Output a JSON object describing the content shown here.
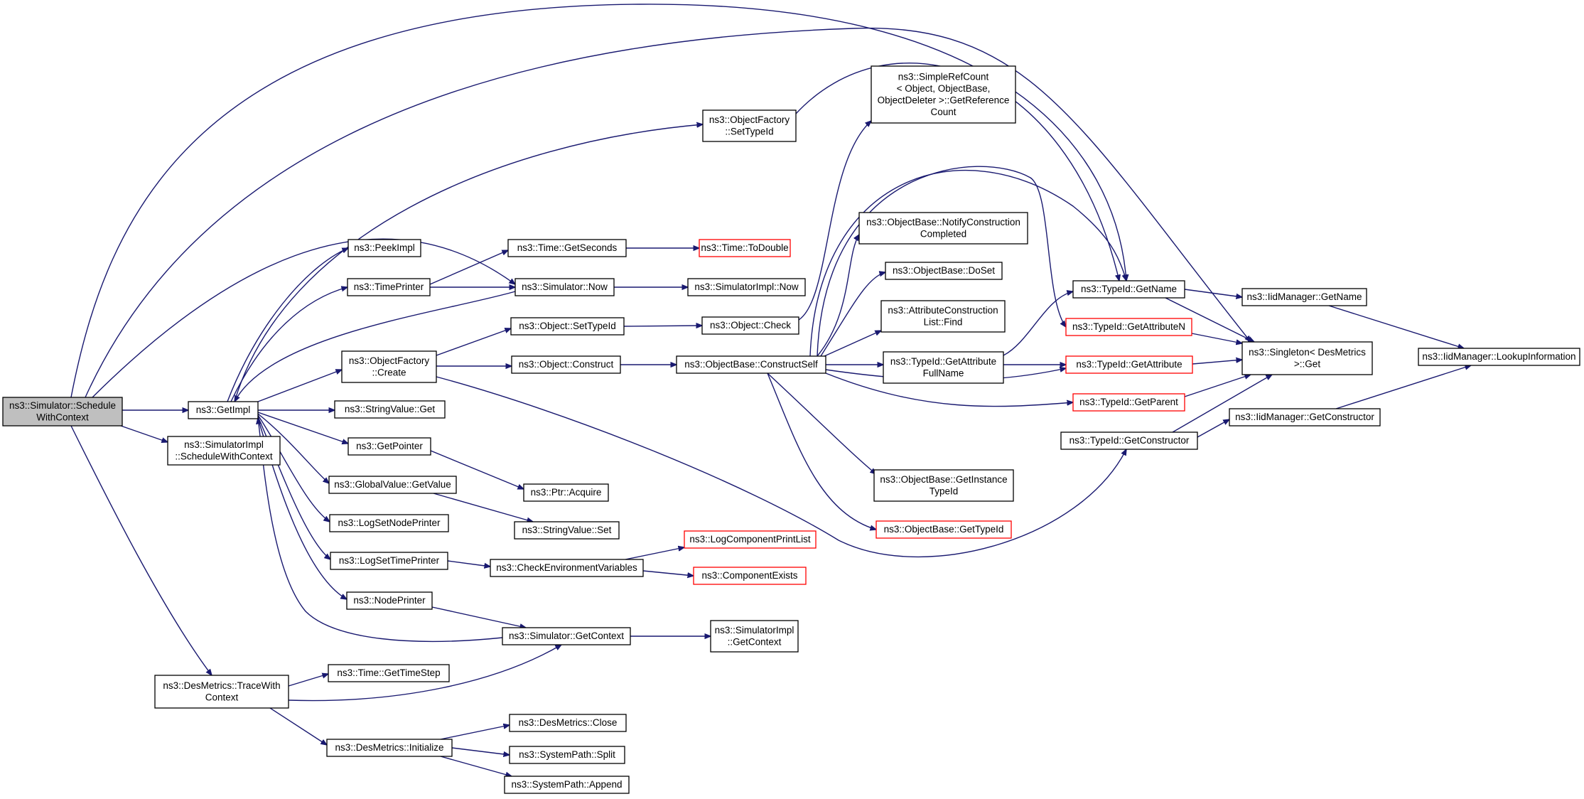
{
  "diagram": {
    "kind": "doxygen call graph",
    "colors": {
      "edge": "#191970",
      "node_border": "#000000",
      "truncated_node_border": "#ff0000",
      "root_fill": "#bfbfbf",
      "background": "#ffffff"
    },
    "nodes": {
      "root": {
        "lines": [
          "ns3::Simulator::Schedule",
          "WithContext"
        ],
        "root": true
      },
      "getimpl": {
        "lines": [
          "ns3::GetImpl"
        ]
      },
      "simimplswc": {
        "lines": [
          "ns3::SimulatorImpl",
          "::ScheduleWithContext"
        ]
      },
      "tracewith": {
        "lines": [
          "ns3::DesMetrics::TraceWith",
          "Context"
        ]
      },
      "peekimpl": {
        "lines": [
          "ns3::PeekImpl"
        ]
      },
      "timeprinter": {
        "lines": [
          "ns3::TimePrinter"
        ]
      },
      "ofcreate": {
        "lines": [
          "ns3::ObjectFactory",
          "::Create"
        ]
      },
      "svget": {
        "lines": [
          "ns3::StringValue::Get"
        ]
      },
      "getpointer": {
        "lines": [
          "ns3::GetPointer"
        ]
      },
      "gvgetvalue": {
        "lines": [
          "ns3::GlobalValue::GetValue"
        ]
      },
      "logsetnode": {
        "lines": [
          "ns3::LogSetNodePrinter"
        ]
      },
      "logsettime": {
        "lines": [
          "ns3::LogSetTimePrinter"
        ]
      },
      "nodeprinter": {
        "lines": [
          "ns3::NodePrinter"
        ]
      },
      "timegetstep": {
        "lines": [
          "ns3::Time::GetTimeStep"
        ]
      },
      "dminit": {
        "lines": [
          "ns3::DesMetrics::Initialize"
        ]
      },
      "ofsettypeid": {
        "lines": [
          "ns3::ObjectFactory",
          "::SetTypeId"
        ]
      },
      "getseconds": {
        "lines": [
          "ns3::Time::GetSeconds"
        ]
      },
      "simnow": {
        "lines": [
          "ns3::Simulator::Now"
        ]
      },
      "objsettypeid": {
        "lines": [
          "ns3::Object::SetTypeId"
        ]
      },
      "objconstruct": {
        "lines": [
          "ns3::Object::Construct"
        ]
      },
      "ptracquire": {
        "lines": [
          "ns3::Ptr::Acquire"
        ]
      },
      "svset": {
        "lines": [
          "ns3::StringValue::Set"
        ]
      },
      "checkenv": {
        "lines": [
          "ns3::CheckEnvironmentVariables"
        ]
      },
      "simgetctx": {
        "lines": [
          "ns3::Simulator::GetContext"
        ]
      },
      "dmclose": {
        "lines": [
          "ns3::DesMetrics::Close"
        ]
      },
      "spsplit": {
        "lines": [
          "ns3::SystemPath::Split"
        ]
      },
      "spappend": {
        "lines": [
          "ns3::SystemPath::Append"
        ]
      },
      "todouble": {
        "lines": [
          "ns3::Time::ToDouble"
        ],
        "truncated": true
      },
      "simimplnow": {
        "lines": [
          "ns3::SimulatorImpl::Now"
        ]
      },
      "objcheck": {
        "lines": [
          "ns3::Object::Check"
        ]
      },
      "obconstruct": {
        "lines": [
          "ns3::ObjectBase::ConstructSelf"
        ]
      },
      "logcomplist": {
        "lines": [
          "ns3::LogComponentPrintList"
        ],
        "truncated": true
      },
      "compexists": {
        "lines": [
          "ns3::ComponentExists"
        ],
        "truncated": true
      },
      "simimplgctx": {
        "lines": [
          "ns3::SimulatorImpl",
          "::GetContext"
        ]
      },
      "simplerc": {
        "lines": [
          "ns3::SimpleRefCount",
          "< Object, ObjectBase,",
          "ObjectDeleter >::GetReference",
          "Count"
        ]
      },
      "notifyconst": {
        "lines": [
          "ns3::ObjectBase::NotifyConstruction",
          "Completed"
        ]
      },
      "doset": {
        "lines": [
          "ns3::ObjectBase::DoSet"
        ]
      },
      "attrfind": {
        "lines": [
          "ns3::AttributeConstruction",
          "List::Find"
        ]
      },
      "getattrfull": {
        "lines": [
          "ns3::TypeId::GetAttribute",
          "FullName"
        ]
      },
      "getinsttid": {
        "lines": [
          "ns3::ObjectBase::GetInstance",
          "TypeId"
        ]
      },
      "obgettypeid": {
        "lines": [
          "ns3::ObjectBase::GetTypeId"
        ],
        "truncated": true
      },
      "tidgetname": {
        "lines": [
          "ns3::TypeId::GetName"
        ]
      },
      "tidgetattrn": {
        "lines": [
          "ns3::TypeId::GetAttributeN"
        ],
        "truncated": true
      },
      "tidgetattr": {
        "lines": [
          "ns3::TypeId::GetAttribute"
        ],
        "truncated": true
      },
      "tidgetparent": {
        "lines": [
          "ns3::TypeId::GetParent"
        ],
        "truncated": true
      },
      "tidgetctor": {
        "lines": [
          "ns3::TypeId::GetConstructor"
        ]
      },
      "iidgetname": {
        "lines": [
          "ns3::IidManager::GetName"
        ]
      },
      "singleton": {
        "lines": [
          "ns3::Singleton< DesMetrics",
          ">::Get"
        ]
      },
      "iidgetctor": {
        "lines": [
          "ns3::IidManager::GetConstructor"
        ]
      },
      "iidlookup": {
        "lines": [
          "ns3::IidManager::LookupInformation"
        ]
      }
    },
    "edges": [
      [
        "root",
        "getimpl"
      ],
      [
        "root",
        "simimplswc"
      ],
      [
        "root",
        "tracewith"
      ],
      [
        "root",
        "simnow"
      ],
      [
        "root",
        "tidgetname"
      ],
      [
        "root",
        "singleton"
      ],
      [
        "getimpl",
        "peekimpl"
      ],
      [
        "getimpl",
        "timeprinter"
      ],
      [
        "getimpl",
        "ofcreate"
      ],
      [
        "getimpl",
        "svget"
      ],
      [
        "getimpl",
        "getpointer"
      ],
      [
        "getimpl",
        "gvgetvalue"
      ],
      [
        "getimpl",
        "logsetnode"
      ],
      [
        "getimpl",
        "logsettime"
      ],
      [
        "getimpl",
        "nodeprinter"
      ],
      [
        "getimpl",
        "ofsettypeid"
      ],
      [
        "timeprinter",
        "getseconds"
      ],
      [
        "timeprinter",
        "simnow"
      ],
      [
        "simnow",
        "getimpl"
      ],
      [
        "simnow",
        "simimplnow"
      ],
      [
        "getseconds",
        "todouble"
      ],
      [
        "ofcreate",
        "objsettypeid"
      ],
      [
        "ofcreate",
        "objconstruct"
      ],
      [
        "ofcreate",
        "tidgetctor"
      ],
      [
        "objsettypeid",
        "objcheck"
      ],
      [
        "objconstruct",
        "obconstruct"
      ],
      [
        "getpointer",
        "ptracquire"
      ],
      [
        "gvgetvalue",
        "svset"
      ],
      [
        "logsettime",
        "checkenv"
      ],
      [
        "checkenv",
        "logcomplist"
      ],
      [
        "checkenv",
        "compexists"
      ],
      [
        "nodeprinter",
        "simgetctx"
      ],
      [
        "simgetctx",
        "getimpl"
      ],
      [
        "simgetctx",
        "simimplgctx"
      ],
      [
        "tracewith",
        "timegetstep"
      ],
      [
        "tracewith",
        "simgetctx"
      ],
      [
        "tracewith",
        "dminit"
      ],
      [
        "dminit",
        "dmclose"
      ],
      [
        "dminit",
        "spsplit"
      ],
      [
        "dminit",
        "spappend"
      ],
      [
        "ofsettypeid",
        "tidgetname"
      ],
      [
        "objcheck",
        "simplerc"
      ],
      [
        "obconstruct",
        "notifyconst"
      ],
      [
        "obconstruct",
        "doset"
      ],
      [
        "obconstruct",
        "attrfind"
      ],
      [
        "obconstruct",
        "getattrfull"
      ],
      [
        "obconstruct",
        "getinsttid"
      ],
      [
        "obconstruct",
        "obgettypeid"
      ],
      [
        "obconstruct",
        "tidgetname"
      ],
      [
        "obconstruct",
        "tidgetattrn"
      ],
      [
        "obconstruct",
        "tidgetattr"
      ],
      [
        "obconstruct",
        "tidgetparent"
      ],
      [
        "getattrfull",
        "tidgetname"
      ],
      [
        "getattrfull",
        "tidgetattr"
      ],
      [
        "tidgetname",
        "iidgetname"
      ],
      [
        "tidgetname",
        "singleton"
      ],
      [
        "tidgetattrn",
        "singleton"
      ],
      [
        "tidgetattr",
        "singleton"
      ],
      [
        "tidgetparent",
        "singleton"
      ],
      [
        "tidgetctor",
        "iidgetctor"
      ],
      [
        "tidgetctor",
        "singleton"
      ],
      [
        "iidgetname",
        "iidlookup"
      ],
      [
        "iidgetctor",
        "iidlookup"
      ]
    ]
  }
}
